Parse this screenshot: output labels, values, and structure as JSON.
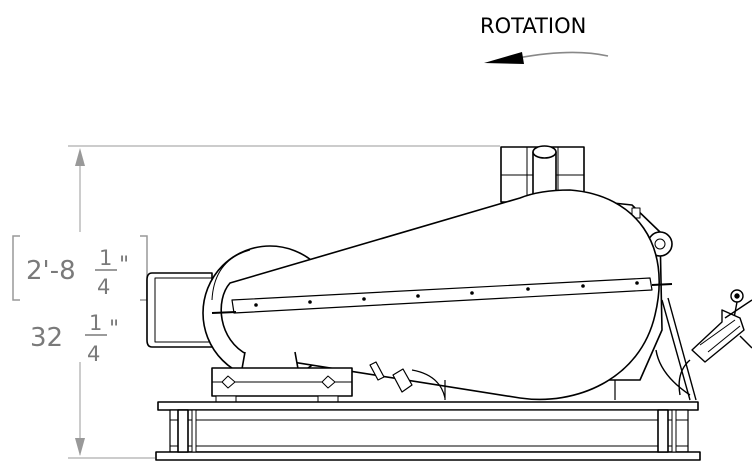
{
  "annotations": {
    "rotation_label": "ROTATION",
    "dimension_feet_inches": {
      "whole": "2'-8",
      "fraction_numerator": "1",
      "fraction_denominator": "4",
      "unit": "\""
    },
    "dimension_inches": {
      "whole": "32",
      "fraction_numerator": "1",
      "fraction_denominator": "4",
      "unit": "\""
    }
  },
  "colors": {
    "line": "#000000",
    "dimension_line": "#999999",
    "dimension_text": "#7a7a7a",
    "background": "#ffffff"
  }
}
